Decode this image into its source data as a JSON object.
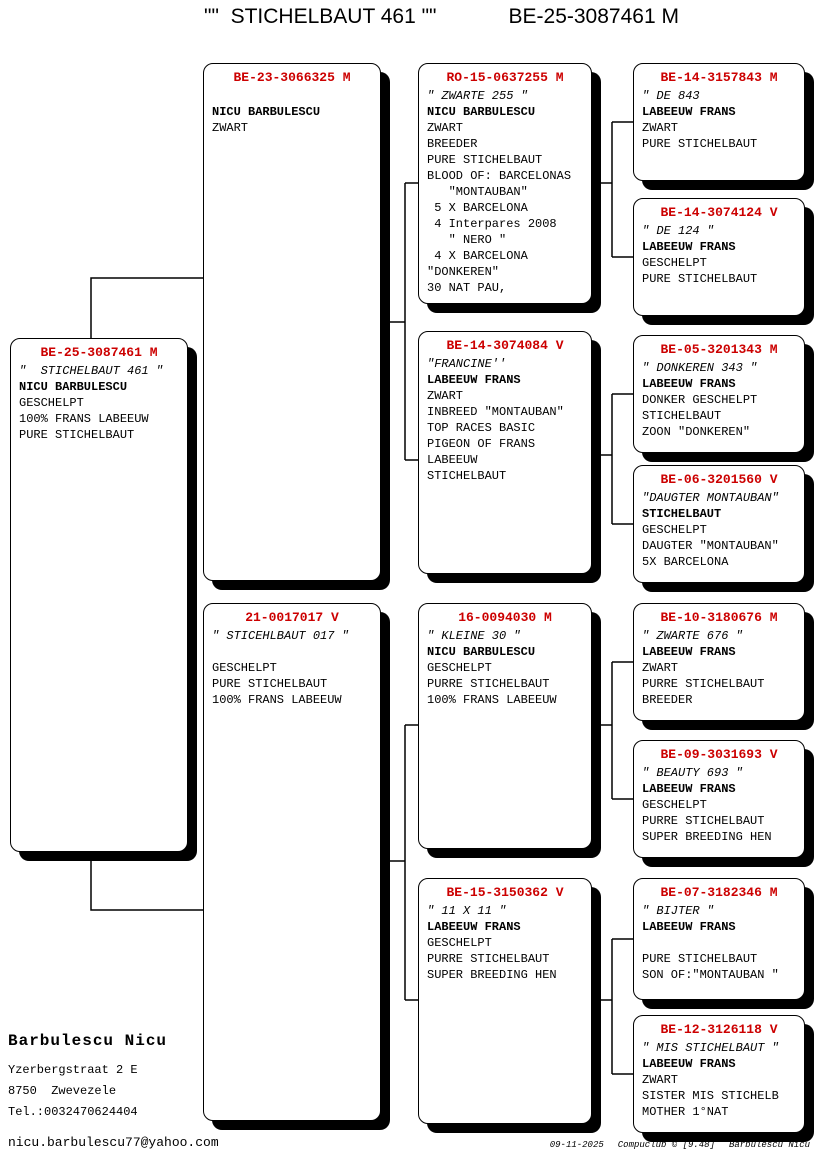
{
  "title": {
    "name": "\"\"  STICHELBAUT 461 \"\"",
    "ring": "BE-25-3087461 M"
  },
  "colors": {
    "ring_number": "#CC0000",
    "text": "#000000",
    "background": "#FFFFFF"
  },
  "boxes": [
    {
      "id": "subject",
      "ring": "BE-25-3087461 M",
      "lines": [
        {
          "text": "\"  STICHELBAUT 461 \"",
          "style": "italic"
        },
        {
          "text": "NICU BARBULESCU",
          "style": "bold"
        },
        {
          "text": "GESCHELPT",
          "style": "normal"
        },
        {
          "text": "100% FRANS LABEEUW",
          "style": "normal"
        },
        {
          "text": "PURE STICHELBAUT",
          "style": "normal"
        }
      ]
    },
    {
      "id": "sire",
      "ring": "BE-23-3066325 M",
      "lines": [
        {
          "text": "",
          "style": "italic"
        },
        {
          "text": "NICU BARBULESCU",
          "style": "bold"
        },
        {
          "text": "ZWART",
          "style": "normal"
        }
      ]
    },
    {
      "id": "dam",
      "ring": "21-0017017 V",
      "lines": [
        {
          "text": "\" STICEHLBAUT 017 \"",
          "style": "italic"
        },
        {
          "text": "",
          "style": "normal"
        },
        {
          "text": "GESCHELPT",
          "style": "normal"
        },
        {
          "text": "PURE STICHELBAUT",
          "style": "normal"
        },
        {
          "text": "100% FRANS LABEEUW",
          "style": "normal"
        }
      ]
    },
    {
      "id": "ss",
      "ring": "RO-15-0637255 M",
      "lines": [
        {
          "text": "\" ZWARTE 255 \"",
          "style": "italic"
        },
        {
          "text": "NICU BARBULESCU",
          "style": "bold"
        },
        {
          "text": "ZWART",
          "style": "normal"
        },
        {
          "text": "BREEDER",
          "style": "normal"
        },
        {
          "text": "PURE STICHELBAUT",
          "style": "normal"
        },
        {
          "text": "BLOOD OF: BARCELONAS",
          "style": "normal"
        },
        {
          "text": "   \"MONTAUBAN\"",
          "style": "normal"
        },
        {
          "text": " 5 X BARCELONA",
          "style": "normal"
        },
        {
          "text": " 4 Interpares 2008",
          "style": "normal"
        },
        {
          "text": "   \" NERO \"",
          "style": "normal"
        },
        {
          "text": " 4 X BARCELONA",
          "style": "normal"
        },
        {
          "text": "\"DONKEREN\"",
          "style": "normal"
        },
        {
          "text": "30 NAT PAU,",
          "style": "normal"
        }
      ]
    },
    {
      "id": "sd",
      "ring": "BE-14-3074084 V",
      "lines": [
        {
          "text": "\"FRANCINE''",
          "style": "italic"
        },
        {
          "text": "LABEEUW FRANS",
          "style": "bold"
        },
        {
          "text": "ZWART",
          "style": "normal"
        },
        {
          "text": "INBREED \"MONTAUBAN\"",
          "style": "normal"
        },
        {
          "text": "TOP RACES BASIC",
          "style": "normal"
        },
        {
          "text": "PIGEON OF FRANS",
          "style": "normal"
        },
        {
          "text": "LABEEUW",
          "style": "normal"
        },
        {
          "text": "STICHELBAUT",
          "style": "normal"
        }
      ]
    },
    {
      "id": "ds",
      "ring": "16-0094030 M",
      "lines": [
        {
          "text": "\" KLEINE 30 \"",
          "style": "italic"
        },
        {
          "text": "NICU BARBULESCU",
          "style": "bold"
        },
        {
          "text": "GESCHELPT",
          "style": "normal"
        },
        {
          "text": "PURRE STICHELBAUT",
          "style": "normal"
        },
        {
          "text": "100% FRANS LABEEUW",
          "style": "normal"
        }
      ]
    },
    {
      "id": "dd",
      "ring": "BE-15-3150362 V",
      "lines": [
        {
          "text": "\" 11 X 11 \"",
          "style": "italic"
        },
        {
          "text": "LABEEUW FRANS",
          "style": "bold"
        },
        {
          "text": "GESCHELPT",
          "style": "normal"
        },
        {
          "text": "PURRE STICHELBAUT",
          "style": "normal"
        },
        {
          "text": "SUPER BREEDING HEN",
          "style": "normal"
        }
      ]
    },
    {
      "id": "sss",
      "ring": "BE-14-3157843 M",
      "lines": [
        {
          "text": "\" DE 843",
          "style": "italic"
        },
        {
          "text": "LABEEUW FRANS",
          "style": "bold"
        },
        {
          "text": "ZWART",
          "style": "normal"
        },
        {
          "text": "PURE STICHELBAUT",
          "style": "normal"
        }
      ]
    },
    {
      "id": "ssd",
      "ring": "BE-14-3074124 V",
      "lines": [
        {
          "text": "\" DE 124 \"",
          "style": "italic"
        },
        {
          "text": "LABEEUW FRANS",
          "style": "bold"
        },
        {
          "text": "GESCHELPT",
          "style": "normal"
        },
        {
          "text": "PURE STICHELBAUT",
          "style": "normal"
        }
      ]
    },
    {
      "id": "sds",
      "ring": "BE-05-3201343 M",
      "lines": [
        {
          "text": "\" DONKEREN 343 \"",
          "style": "italic"
        },
        {
          "text": "LABEEUW FRANS",
          "style": "bold"
        },
        {
          "text": "DONKER GESCHELPT",
          "style": "normal"
        },
        {
          "text": "STICHELBAUT",
          "style": "normal"
        },
        {
          "text": "ZOON \"DONKEREN\"",
          "style": "normal"
        }
      ]
    },
    {
      "id": "sdd",
      "ring": "BE-06-3201560 V",
      "lines": [
        {
          "text": "\"DAUGTER MONTAUBAN\"",
          "style": "italic"
        },
        {
          "text": "STICHELBAUT",
          "style": "bold"
        },
        {
          "text": "GESCHELPT",
          "style": "normal"
        },
        {
          "text": "DAUGTER \"MONTAUBAN\"",
          "style": "normal"
        },
        {
          "text": "5X BARCELONA",
          "style": "normal"
        }
      ]
    },
    {
      "id": "dss",
      "ring": "BE-10-3180676 M",
      "lines": [
        {
          "text": "\" ZWARTE 676 \"",
          "style": "italic"
        },
        {
          "text": "LABEEUW FRANS",
          "style": "bold"
        },
        {
          "text": "ZWART",
          "style": "normal"
        },
        {
          "text": "PURRE STICHELBAUT",
          "style": "normal"
        },
        {
          "text": "BREEDER",
          "style": "normal"
        }
      ]
    },
    {
      "id": "dsd",
      "ring": "BE-09-3031693 V",
      "lines": [
        {
          "text": "\" BEAUTY 693 \"",
          "style": "italic"
        },
        {
          "text": "LABEEUW FRANS",
          "style": "bold"
        },
        {
          "text": "GESCHELPT",
          "style": "normal"
        },
        {
          "text": "PURRE STICHELBAUT",
          "style": "normal"
        },
        {
          "text": "SUPER BREEDING HEN",
          "style": "normal"
        }
      ]
    },
    {
      "id": "dds",
      "ring": "BE-07-3182346 M",
      "lines": [
        {
          "text": "\" BIJTER \"",
          "style": "italic"
        },
        {
          "text": "LABEEUW FRANS",
          "style": "bold"
        },
        {
          "text": "",
          "style": "normal"
        },
        {
          "text": "PURE STICHELBAUT",
          "style": "normal"
        },
        {
          "text": "SON OF:\"MONTAUBAN \"",
          "style": "normal"
        }
      ]
    },
    {
      "id": "ddd",
      "ring": "BE-12-3126118 V",
      "lines": [
        {
          "text": "\" MIS STICHELBAUT \"",
          "style": "italic"
        },
        {
          "text": "LABEEUW FRANS",
          "style": "bold"
        },
        {
          "text": "ZWART",
          "style": "normal"
        },
        {
          "text": "SISTER MIS STICHELB",
          "style": "normal"
        },
        {
          "text": "MOTHER 1°NAT",
          "style": "normal"
        }
      ]
    }
  ],
  "contact": {
    "owner": "Barbulescu Nicu",
    "street": "Yzerbergstraat 2 E",
    "city": "8750  Zwevezele",
    "phone": "Tel.:0032470624404",
    "email": "nicu.barbulescu77@yahoo.com"
  },
  "printinfo": {
    "date": "09-11-2025",
    "software": "Compuclub © [9.48]",
    "printed_by": "Barbulescu Nicu"
  }
}
